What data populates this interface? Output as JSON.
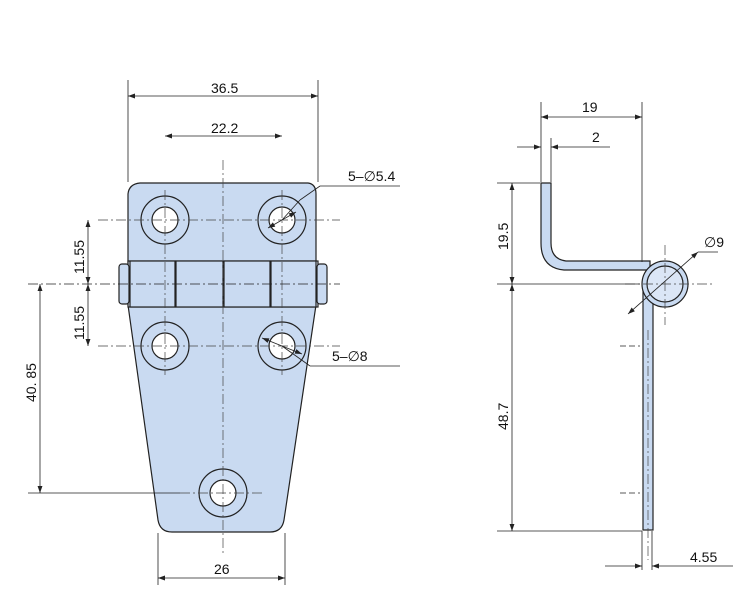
{
  "colors": {
    "part_fill": "#c9daf1",
    "part_fill_light": "#dbe6f6",
    "hole_ring": "#c9daf1",
    "line": "#222222"
  },
  "front_view": {
    "dim_overall_width": "36.5",
    "dim_hole_spacing_top": "22.2",
    "dim_hole_spacing_bottom": "26",
    "dim_upper_hole_offset": "11.55",
    "dim_lower_hole_offset": "11.55",
    "dim_bottom_hole_offset": "40. 85",
    "callout_small_holes": "5–∅5.4",
    "callout_large_holes": "5–∅8"
  },
  "side_view": {
    "dim_total_depth": "19",
    "dim_thickness": "2",
    "dim_upper_leg": "19.5",
    "dim_lower_leg": "48.7",
    "dim_pin_diameter": "∅9",
    "dim_offset": "4.55"
  }
}
